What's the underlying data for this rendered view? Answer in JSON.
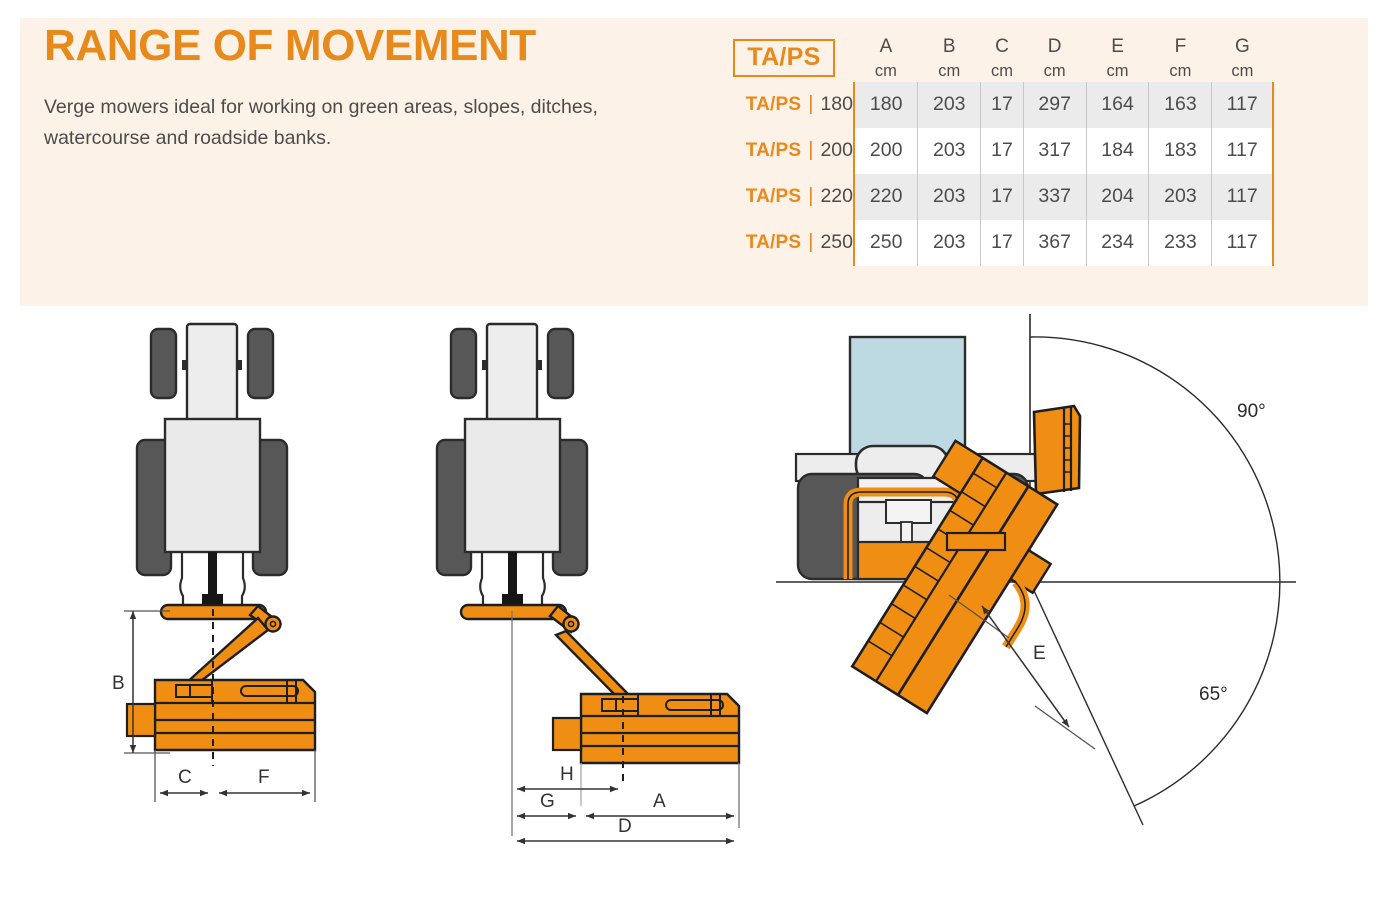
{
  "header": {
    "title": "RANGE OF MOVEMENT",
    "subtitle": "Verge mowers ideal for working on green areas, slopes, ditches, watercourse and roadside banks."
  },
  "colors": {
    "brand_orange": "#E8891B",
    "panel_cream": "#FDF2E7",
    "text_gray": "#4C4C4C",
    "row_stripe": "#EBEBEB",
    "cab_blue": "#BDD9E2",
    "tire_gray": "#575757",
    "body_gray": "#E8E8E8"
  },
  "table": {
    "brand_label": "TA/PS",
    "columns": [
      {
        "letter": "A",
        "unit": "cm"
      },
      {
        "letter": "B",
        "unit": "cm"
      },
      {
        "letter": "C",
        "unit": "cm"
      },
      {
        "letter": "D",
        "unit": "cm"
      },
      {
        "letter": "E",
        "unit": "cm"
      },
      {
        "letter": "F",
        "unit": "cm"
      },
      {
        "letter": "G",
        "unit": "cm"
      }
    ],
    "rows": [
      {
        "brand": "TA/PS",
        "sep": "|",
        "size": "180",
        "values": [
          "180",
          "203",
          "17",
          "297",
          "164",
          "163",
          "117"
        ]
      },
      {
        "brand": "TA/PS",
        "sep": "|",
        "size": "200",
        "values": [
          "200",
          "203",
          "17",
          "317",
          "184",
          "183",
          "117"
        ]
      },
      {
        "brand": "TA/PS",
        "sep": "|",
        "size": "220",
        "values": [
          "220",
          "203",
          "17",
          "337",
          "204",
          "203",
          "117"
        ]
      },
      {
        "brand": "TA/PS",
        "sep": "|",
        "size": "250",
        "values": [
          "250",
          "203",
          "17",
          "367",
          "234",
          "233",
          "117"
        ]
      }
    ]
  },
  "diagrams": {
    "left": {
      "name": "rear-view-mower-folded",
      "dimension_labels": [
        "B",
        "C",
        "F"
      ]
    },
    "middle": {
      "name": "rear-view-mower-extended",
      "dimension_labels": [
        "H",
        "G",
        "A",
        "D"
      ]
    },
    "right": {
      "name": "front-view-arm-arc",
      "dimension_labels": [
        "E"
      ],
      "angles": [
        "90°",
        "65°"
      ]
    }
  }
}
